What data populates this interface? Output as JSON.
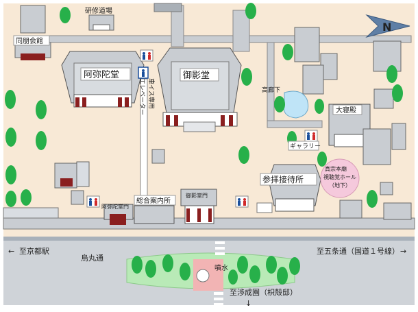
{
  "colors": {
    "ground": "#f8e9d6",
    "road": "#cfd3d8",
    "roof": "#c9cdd2",
    "roof_dark": "#8f959c",
    "wall": "#ffffff",
    "pillar": "#8a1f1f",
    "tree": "#27b04a",
    "garden": "#b9eab7",
    "pond": "#bfe4f7",
    "plaza": "#f2b4b4",
    "badge_blue": "#1a4f9c",
    "badge_red": "#d12a2a"
  },
  "map": {
    "north_label": "N",
    "labels": {
      "kenshu_dojo": "研修道場",
      "dobokaikan": "同朋会館",
      "amidado": "阿弥陀堂",
      "goeido": "御影堂",
      "elevator": "エレベーター",
      "wheelchair": "車イス専用",
      "koroka": "高廊下",
      "daishinden": "大寝殿",
      "gallery": "ギャラリー",
      "sanpai": "参拝接待所",
      "hall": [
        "真宗本廟",
        "視聴覚ホール",
        "（地下）"
      ],
      "amidadomon": "阿弥陀堂門",
      "sogo": "総合案内所",
      "goeidomon": "御影堂門",
      "kyoto_station": "至京都駅",
      "karasuma": "烏丸通",
      "gojo": "至五条通（国道１号線）",
      "fountain": "噴水",
      "shoseien": "至渉成園（枳殻邸）"
    },
    "arrows": {
      "left": "←",
      "right": "→",
      "down": "↓"
    },
    "icons": [
      "toilet-icon",
      "elevator-icon",
      "tree-icon",
      "north-arrow-icon"
    ]
  }
}
